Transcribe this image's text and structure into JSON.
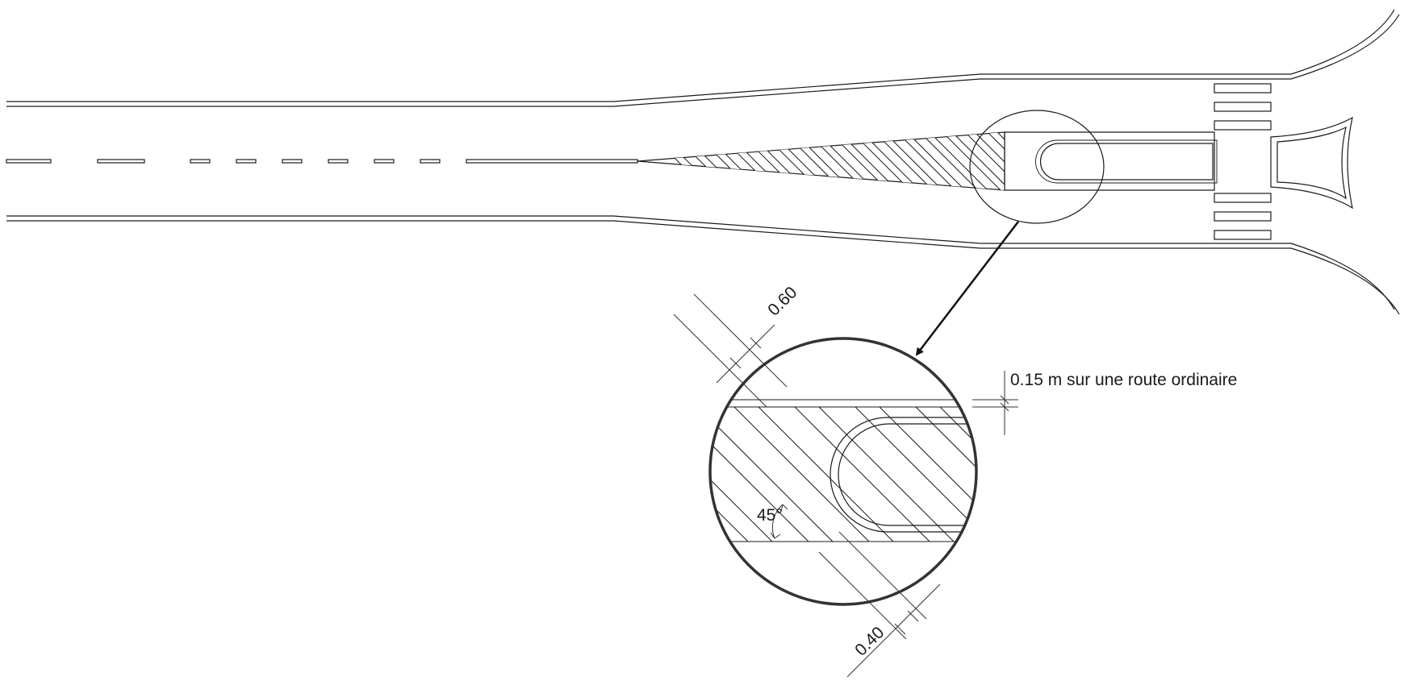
{
  "labels": {
    "dim_top": "0.60",
    "dim_bottom": "0.40",
    "angle": "45°",
    "note": "0.15 m sur une route ordinaire"
  },
  "colors": {
    "line": "#1a1a1a",
    "detail_circle": "#333333",
    "background": "#ffffff"
  }
}
